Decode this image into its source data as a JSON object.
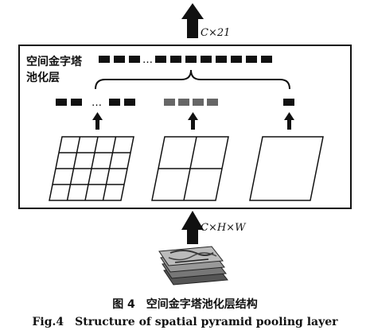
{
  "diagram": {
    "box_title": "空间金字塔池化层",
    "output_dim": "C×21",
    "input_dim": "C×H×W",
    "ellipsis_top": "…",
    "ellipsis_left": "…",
    "grids": [
      {
        "name": "4x4",
        "rows": 4,
        "cols": 4,
        "bins": 16
      },
      {
        "name": "2x2",
        "rows": 2,
        "cols": 2,
        "bins": 4
      },
      {
        "name": "1x1",
        "rows": 1,
        "cols": 1,
        "bins": 1
      }
    ]
  },
  "caption": {
    "chinese": "图 4　空间金字塔池化层结构",
    "english": "Fig.4　Structure of spatial pyramid pooling layer"
  }
}
